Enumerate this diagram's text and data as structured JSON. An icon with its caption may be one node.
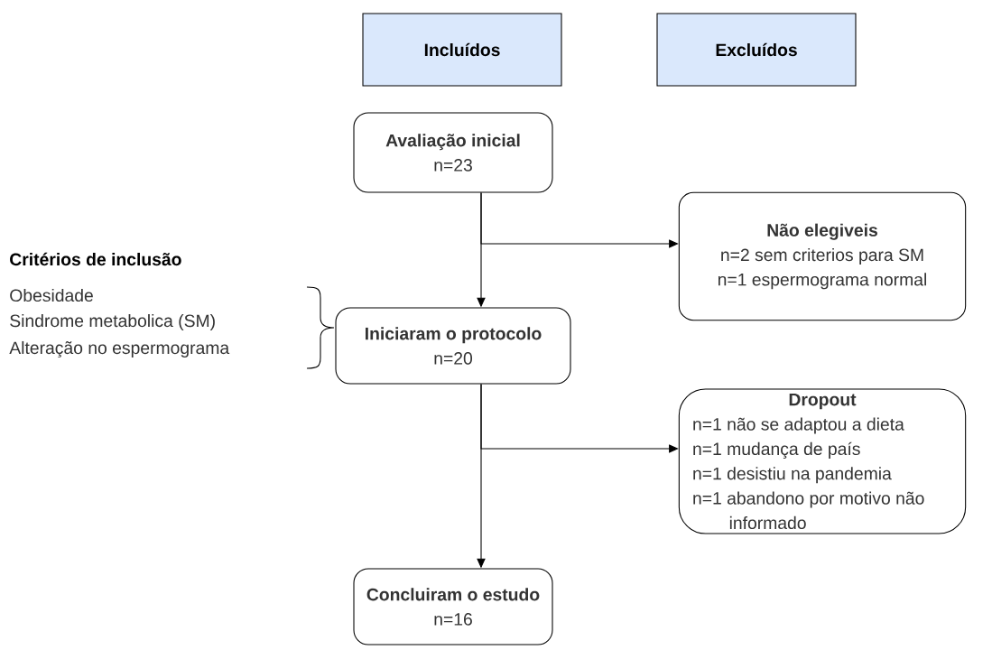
{
  "diagram": {
    "nodes": [
      {
        "text": [
          "Incluídos"
        ]
      },
      {
        "text": [
          "Excluídos"
        ]
      },
      {
        "text": [
          "Avaliação inicial",
          "n=23"
        ]
      },
      {
        "text": [
          "Não elegiveis",
          "n=2 sem criterios para SM",
          "n=1 espermograma normal"
        ]
      },
      {
        "text": [
          "Iniciaram o protocolo",
          "n=20"
        ]
      },
      {
        "text": [
          "Dropout",
          "n=1 não se adaptou a dieta",
          "n=1 mudança de país",
          "n=1 desistiu na pandemia",
          "n=1 abandono por motivo não informado"
        ]
      },
      {
        "text": [
          "Concluiram o estudo",
          "n=16"
        ]
      }
    ],
    "edges": [
      {
        "from": 2,
        "to": 4,
        "arrow": "to"
      },
      {
        "from": 2,
        "to": 3,
        "arrow": "to"
      },
      {
        "from": 4,
        "to": 6,
        "arrow": "to"
      },
      {
        "from": 4,
        "to": 5,
        "arrow": "to"
      }
    ],
    "labels": [
      "Critérios de inclusão",
      "Obesidade",
      "Sindrome metabolica (SM)",
      "Alteração no espermograma"
    ]
  }
}
